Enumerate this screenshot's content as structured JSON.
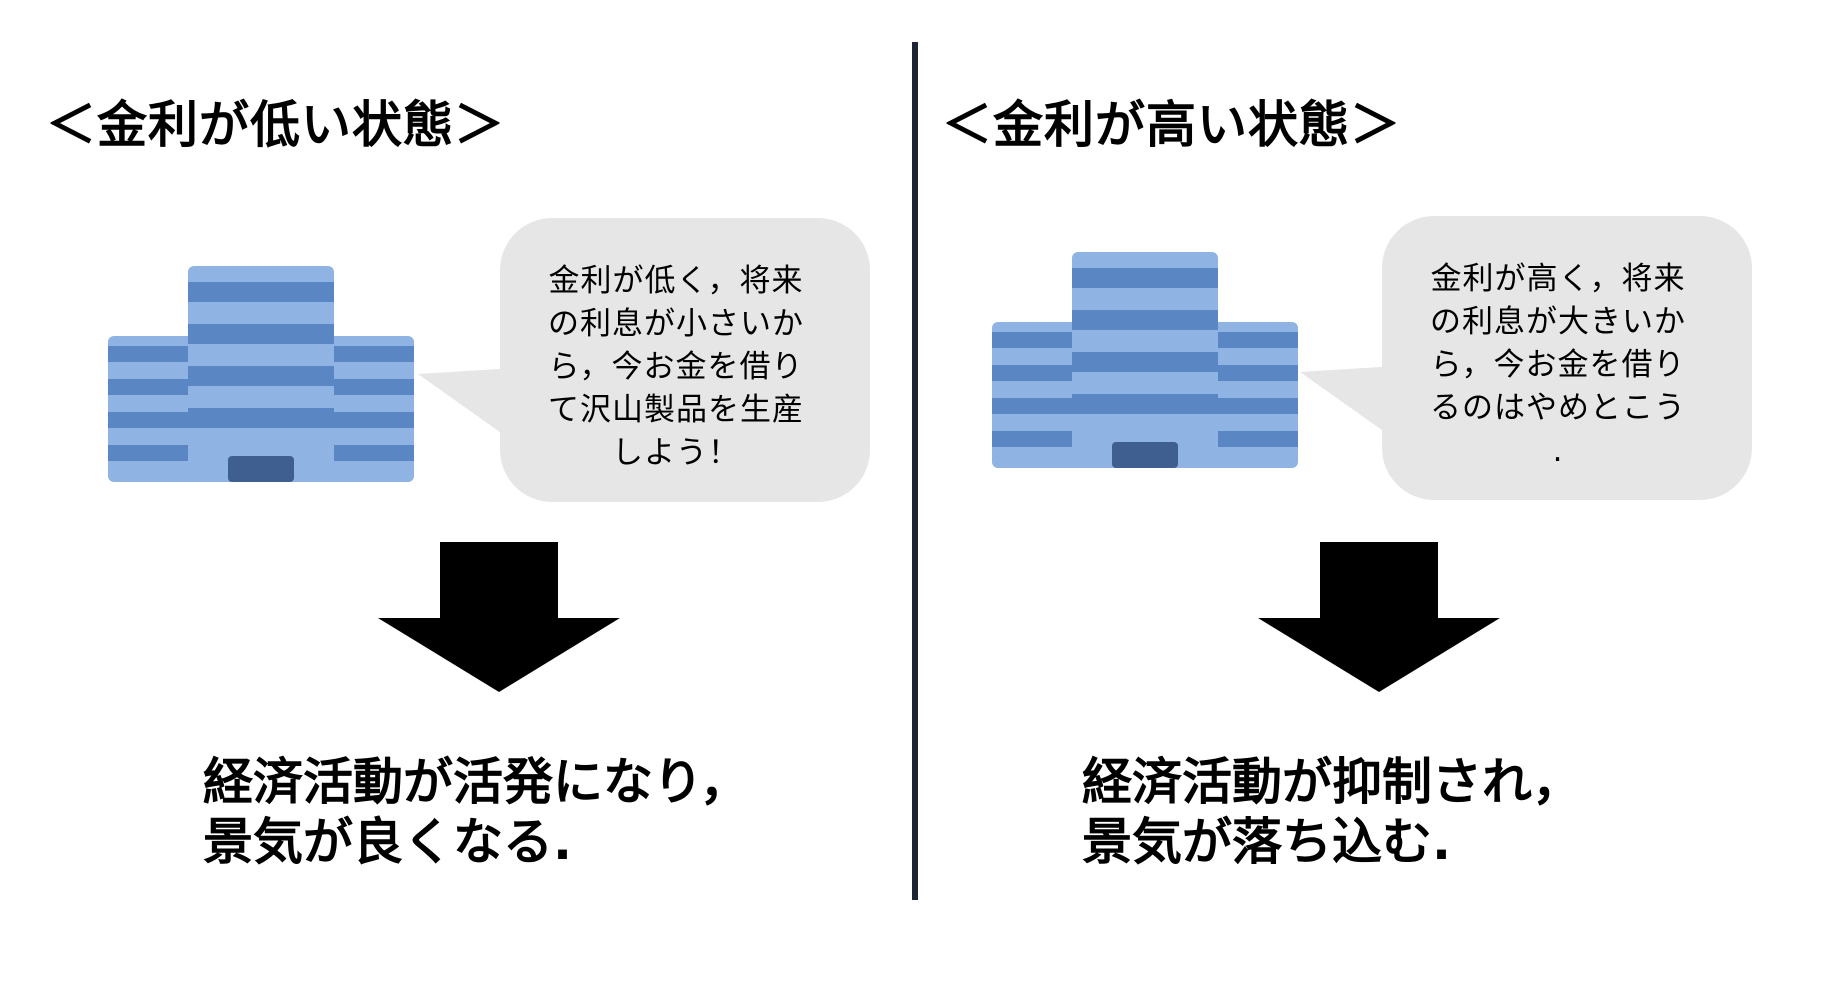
{
  "panels": {
    "low": {
      "heading": "＜金利が低い状態＞",
      "bubble_lines": [
        "金利が低く，将来",
        "の利息が小さいか",
        "ら，今お金を借り",
        "て沢山製品を生産",
        "しよう！"
      ],
      "result_lines": [
        "経済活動が活発になり，",
        "景気が良くなる."
      ]
    },
    "high": {
      "heading": "＜金利が高い状態＞",
      "bubble_lines": [
        "金利が高く，将来",
        "の利息が大きいか",
        "ら，今お金を借り",
        "るのはやめとこう",
        "."
      ],
      "result_lines": [
        "経済活動が抑制され，",
        "景気が落ち込む."
      ]
    }
  },
  "colors": {
    "building_light": "#8fb4e3",
    "building_dark": "#5a86c4",
    "door": "#3f5f91",
    "bubble": "#e6e6e6",
    "arrow": "#000000",
    "divider": "#1e2535"
  },
  "icons": {
    "building": "office-building-icon",
    "arrow": "down-arrow-icon"
  }
}
